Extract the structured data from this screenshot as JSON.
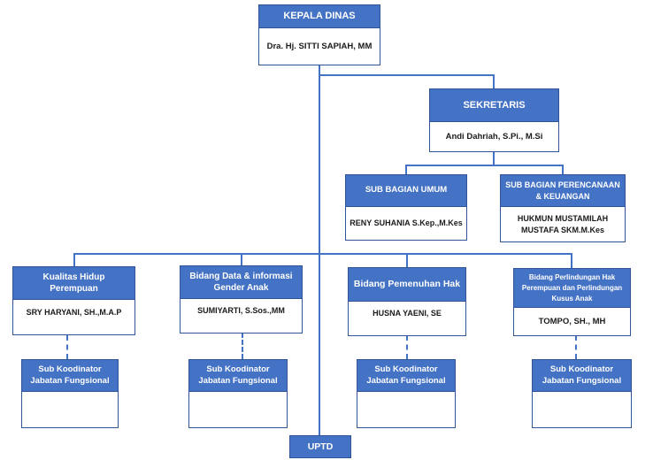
{
  "org_chart": {
    "kepala_dinas": {
      "title": "KEPALA DINAS",
      "name": "Dra. Hj. SITTI SAPIAH, MM"
    },
    "sekretaris": {
      "title": "SEKRETARIS",
      "name": "Andi Dahriah,  S.Pi., M.Si"
    },
    "sub_bagian_umum": {
      "title": "SUB BAGIAN UMUM",
      "name": "RENY SUHANIA  S.Kep.,M.Kes"
    },
    "sub_bagian_perencanaan_keuangan": {
      "title": "SUB BAGIAN PERENCANAAN\n& KEUANGAN",
      "name": "HUKMUN MUSTAMILAH\nMUSTAFA  SKM.M.Kes"
    },
    "bidang_kualitas_hidup_perempuan": {
      "title": "Kualitas Hidup\nPerempuan",
      "name": "SRY HARYANI, SH.,M.A.P"
    },
    "bidang_data_informasi_gender_anak": {
      "title": "Bidang Data & informasi\nGender Anak",
      "name": "SUMIYARTI,  S.Sos.,MM"
    },
    "bidang_pemenuhan_hak": {
      "title": "Bidang Pemenuhan Hak",
      "name": "HUSNA YAENI,  SE"
    },
    "bidang_perlindungan_hak": {
      "title": "Bidang Perlindungan  Hak\nPerempuan  dan  Perlindungan\nKusus  Anak",
      "name": "TOMPO, SH., MH"
    },
    "sub_koordinator": {
      "title": "Sub Koodinator\nJabatan Fungsional",
      "name": ""
    },
    "uptd": {
      "title": "UPTD"
    }
  },
  "colors": {
    "box_fill": "#4472C4",
    "box_border": "#2F5597",
    "connector_line": "#4472C4",
    "header_text": "#FFFFFF",
    "name_text": "#1B1B1B"
  }
}
